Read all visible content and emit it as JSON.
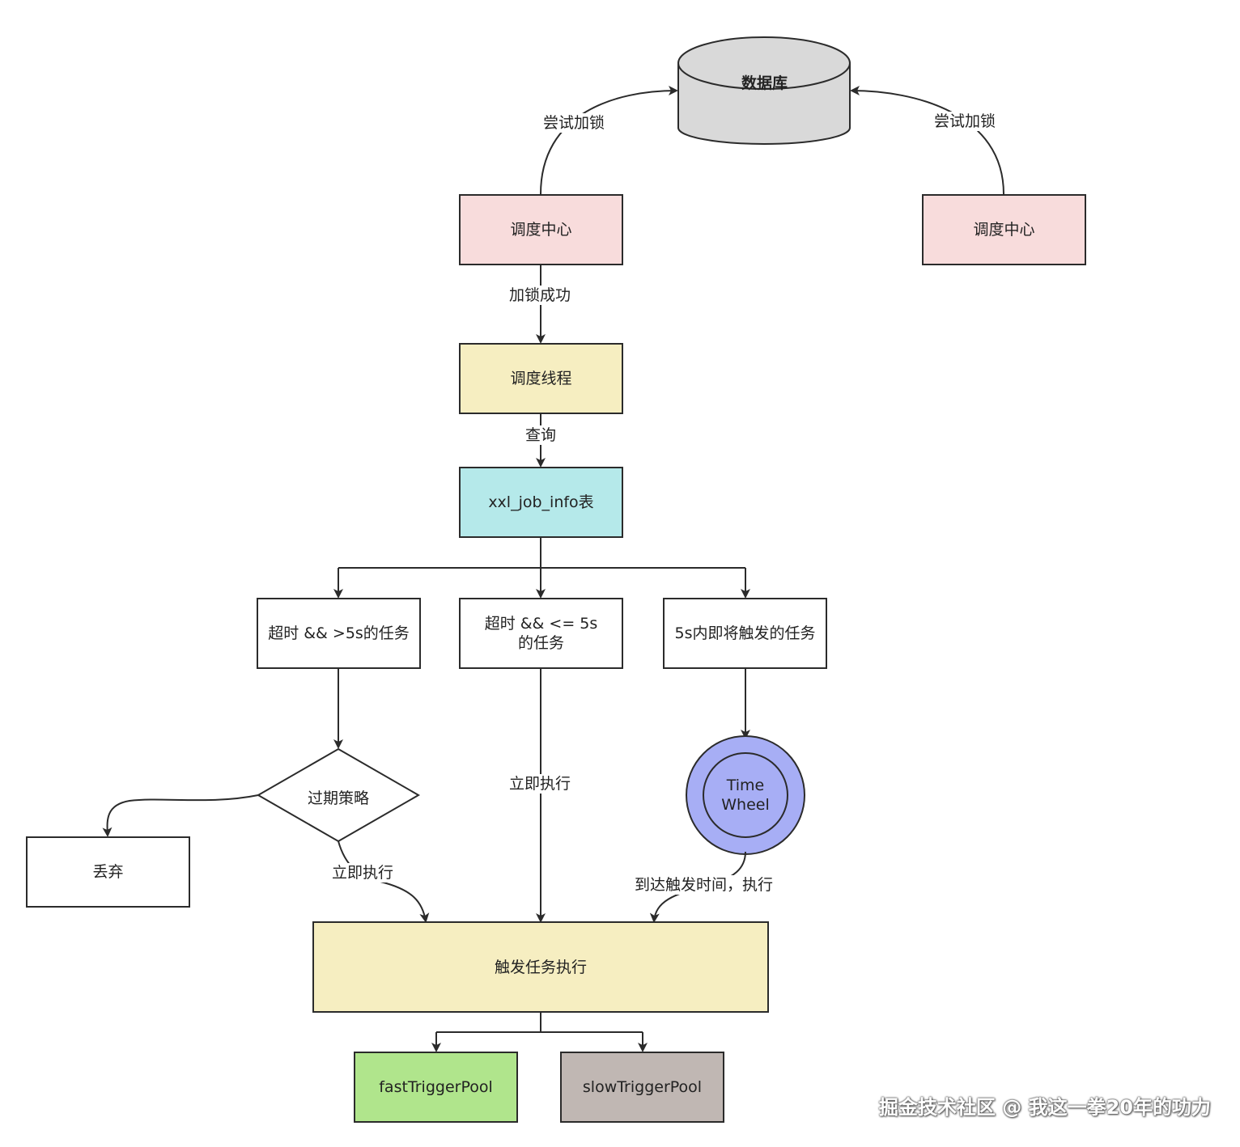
{
  "nodes": {
    "database": "数据库",
    "scheduler_left": "调度中心",
    "scheduler_right": "调度中心",
    "schedule_thread": "调度线程",
    "job_info_table": "xxl_job_info表",
    "timeout_over_5s": "超时 && >5s的任务",
    "timeout_within_5s": "超时 && <= 5s 的任务",
    "trigger_within_5s": "5s内即将触发的任务",
    "expire_strategy": "过期策略",
    "discard": "丢弃",
    "time_wheel": "Time Wheel",
    "trigger_execute": "触发任务执行",
    "fast_pool": "fastTriggerPool",
    "slow_pool": "slowTriggerPool"
  },
  "edges": {
    "try_lock_left": "尝试加锁",
    "try_lock_right": "尝试加锁",
    "lock_success": "加锁成功",
    "query": "查询",
    "execute_now_middle": "立即执行",
    "execute_now_strategy": "立即执行",
    "on_arrival_execute": "到达触发时间，执行"
  },
  "colors": {
    "database": "#d9d9d9",
    "scheduler": "#f8dcdc",
    "thread": "#f6eec1",
    "table": "#b5e9ea",
    "time_wheel": "#a7aef5",
    "fast_pool": "#b0e58c",
    "slow_pool": "#c0b7b3",
    "stroke": "#2b2b2b"
  },
  "watermark": "掘金技术社区 @ 我这一拳20年的功力"
}
